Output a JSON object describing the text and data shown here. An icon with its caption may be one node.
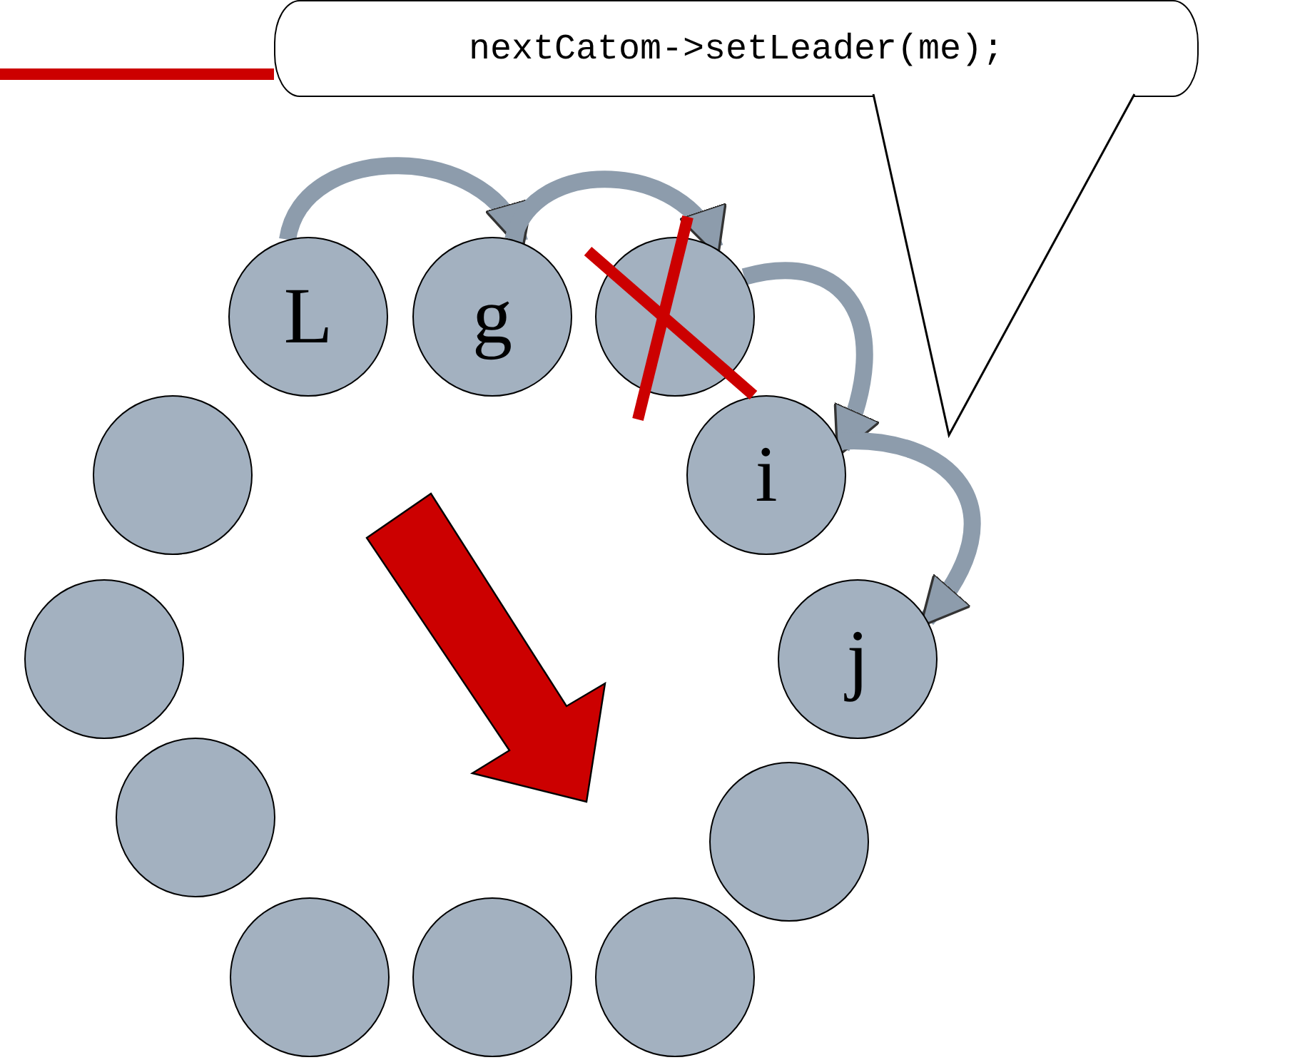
{
  "diagram": {
    "nodes": [
      {
        "text": [
          "nextCatom->setLeader(me);"
        ]
      },
      {
        "text": [
          "L"
        ]
      },
      {
        "text": [
          "g"
        ]
      },
      {
        "text": [],
        "shape": "circle"
      },
      {
        "text": [],
        "shape": "circle"
      },
      {
        "text": [
          "i"
        ]
      },
      {
        "text": [],
        "shape": "circle"
      },
      {
        "text": [
          "j"
        ]
      },
      {
        "text": [],
        "shape": "circle"
      },
      {
        "text": [],
        "shape": "circle"
      },
      {
        "text": [],
        "shape": "circle"
      },
      {
        "text": [],
        "shape": "circle"
      },
      {
        "text": [],
        "shape": "circle"
      }
    ],
    "edges": [
      {
        "from": 1,
        "to": 2,
        "arrow": "to"
      },
      {
        "from": 2,
        "to": 3,
        "arrow": "to"
      },
      {
        "from": 3,
        "to": 5,
        "arrow": "to"
      },
      {
        "from": 5,
        "to": 7,
        "arrow": "to"
      },
      {
        "from": null,
        "to": 0,
        "arrow": "none",
        "color": "#cc0000"
      }
    ]
  }
}
